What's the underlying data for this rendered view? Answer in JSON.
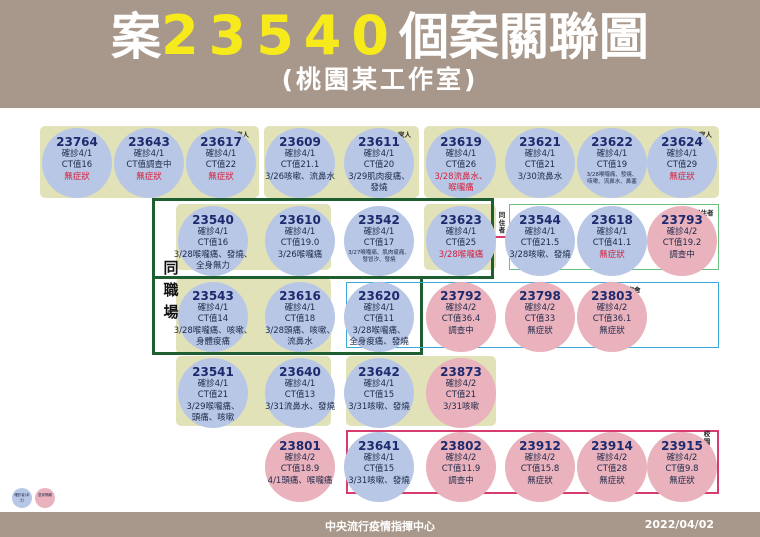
{
  "title": {
    "pre": "案",
    "num": "23540",
    "post": "個案關聯圖",
    "subtitle": "(桃園某工作室)"
  },
  "footer": {
    "org": "中央流行疫情指揮中心",
    "date": "2022/04/02"
  },
  "labels": {
    "workplace": "同職場",
    "family": "家人",
    "housemate": "同住者",
    "roommate": "同宿舍",
    "school": "校園相關"
  },
  "legend": [
    {
      "text": "確診者(本土)",
      "color": "#b8c7e6"
    },
    {
      "text": "居家隔離",
      "color": "#eab2bd"
    }
  ],
  "colors": {
    "positive": "#b8c7e6",
    "quarantine": "#eab2bd",
    "group": "#e2e2b8",
    "workplace_frame": "#1f5e30",
    "link": "#d63c6e"
  },
  "cases": [
    {
      "id": "23764",
      "date": "確診4/1",
      "ct": "CT值16",
      "sym": "無症狀",
      "red": true
    },
    {
      "id": "23643",
      "date": "確診4/1",
      "ct": "CT值調查中",
      "sym": "無症狀",
      "red": true
    },
    {
      "id": "23617",
      "date": "確診4/1",
      "ct": "CT值22",
      "sym": "無症狀",
      "red": true
    },
    {
      "id": "23609",
      "date": "確診4/1",
      "ct": "CT值21.1",
      "sym": "3/26咳嗽、流鼻水"
    },
    {
      "id": "23611",
      "date": "確診4/1",
      "ct": "CT值20",
      "sym": "3/29肌肉痠痛、\n發燒"
    },
    {
      "id": "23619",
      "date": "確診4/1",
      "ct": "CT值26",
      "sym": "3/28流鼻水、\n喉嚨痛",
      "red": true
    },
    {
      "id": "23621",
      "date": "確診4/1",
      "ct": "CT值21",
      "sym": "3/30流鼻水"
    },
    {
      "id": "23622",
      "date": "確診4/1",
      "ct": "CT值19",
      "sym": "3/28喉嚨痛、發燒、\n咳嗽、流鼻水、鼻塞",
      "tiny": true
    },
    {
      "id": "23624",
      "date": "確診4/1",
      "ct": "CT值29",
      "sym": "無症狀",
      "red": true
    },
    {
      "id": "23540",
      "date": "確診4/1",
      "ct": "CT值16",
      "sym": "3/28喉嚨痛、發燒、\n全身無力"
    },
    {
      "id": "23610",
      "date": "確診4/1",
      "ct": "CT值19.0",
      "sym": "3/26喉嚨痛"
    },
    {
      "id": "23542",
      "date": "確診4/1",
      "ct": "CT值17",
      "sym": "3/27喉嚨痛、肌肉痠痛、\n發冒汐、發燒",
      "tiny": true
    },
    {
      "id": "23623",
      "date": "確診4/1",
      "ct": "CT值25",
      "sym": "3/28喉嚨痛",
      "red": true
    },
    {
      "id": "23544",
      "date": "確診4/1",
      "ct": "CT值21.5",
      "sym": "3/28咳嗽、發燒"
    },
    {
      "id": "23618",
      "date": "確診4/1",
      "ct": "CT值41.1",
      "sym": "無症狀",
      "red": true
    },
    {
      "id": "23793",
      "date": "確診4/2",
      "ct": "CT值19.2",
      "sym": "調查中"
    },
    {
      "id": "23543",
      "date": "確診4/1",
      "ct": "CT值14",
      "sym": "3/28喉嚨痛、咳嗽、\n身體痠痛"
    },
    {
      "id": "23616",
      "date": "確診4/1",
      "ct": "CT值18",
      "sym": "3/28頭痛、咳嗽、\n流鼻水"
    },
    {
      "id": "23620",
      "date": "確診4/1",
      "ct": "CT值11",
      "sym": "3/28喉嚨痛、\n全身痠痛、發燒"
    },
    {
      "id": "23792",
      "date": "確診4/2",
      "ct": "CT值36.4",
      "sym": "調查中"
    },
    {
      "id": "23798",
      "date": "確診4/2",
      "ct": "CT值33",
      "sym": "無症狀"
    },
    {
      "id": "23803",
      "date": "確診4/2",
      "ct": "CT值36.1",
      "sym": "無症狀"
    },
    {
      "id": "23541",
      "date": "確診4/1",
      "ct": "CT值21",
      "sym": "3/29喉嚨痛、\n頭痛、咳嗽"
    },
    {
      "id": "23640",
      "date": "確診4/1",
      "ct": "CT值13",
      "sym": "3/31流鼻水、發燒"
    },
    {
      "id": "23642",
      "date": "確診4/1",
      "ct": "CT值15",
      "sym": "3/31咳嗽、發燒"
    },
    {
      "id": "23873",
      "date": "確診4/2",
      "ct": "CT值21",
      "sym": "3/31咳嗽"
    },
    {
      "id": "23801",
      "date": "確診4/2",
      "ct": "CT值18.9",
      "sym": "4/1頭痛、喉嚨痛"
    },
    {
      "id": "23641",
      "date": "確診4/1",
      "ct": "CT值15",
      "sym": "3/31咳嗽、發燒"
    },
    {
      "id": "23802",
      "date": "確診4/2",
      "ct": "CT值11.9",
      "sym": "調查中"
    },
    {
      "id": "23912",
      "date": "確診4/2",
      "ct": "CT值15.8",
      "sym": "無症狀"
    },
    {
      "id": "23914",
      "date": "確診4/2",
      "ct": "CT值28",
      "sym": "無症狀"
    },
    {
      "id": "23915",
      "date": "確診4/2",
      "ct": "CT值9.8",
      "sym": "無症狀"
    }
  ]
}
